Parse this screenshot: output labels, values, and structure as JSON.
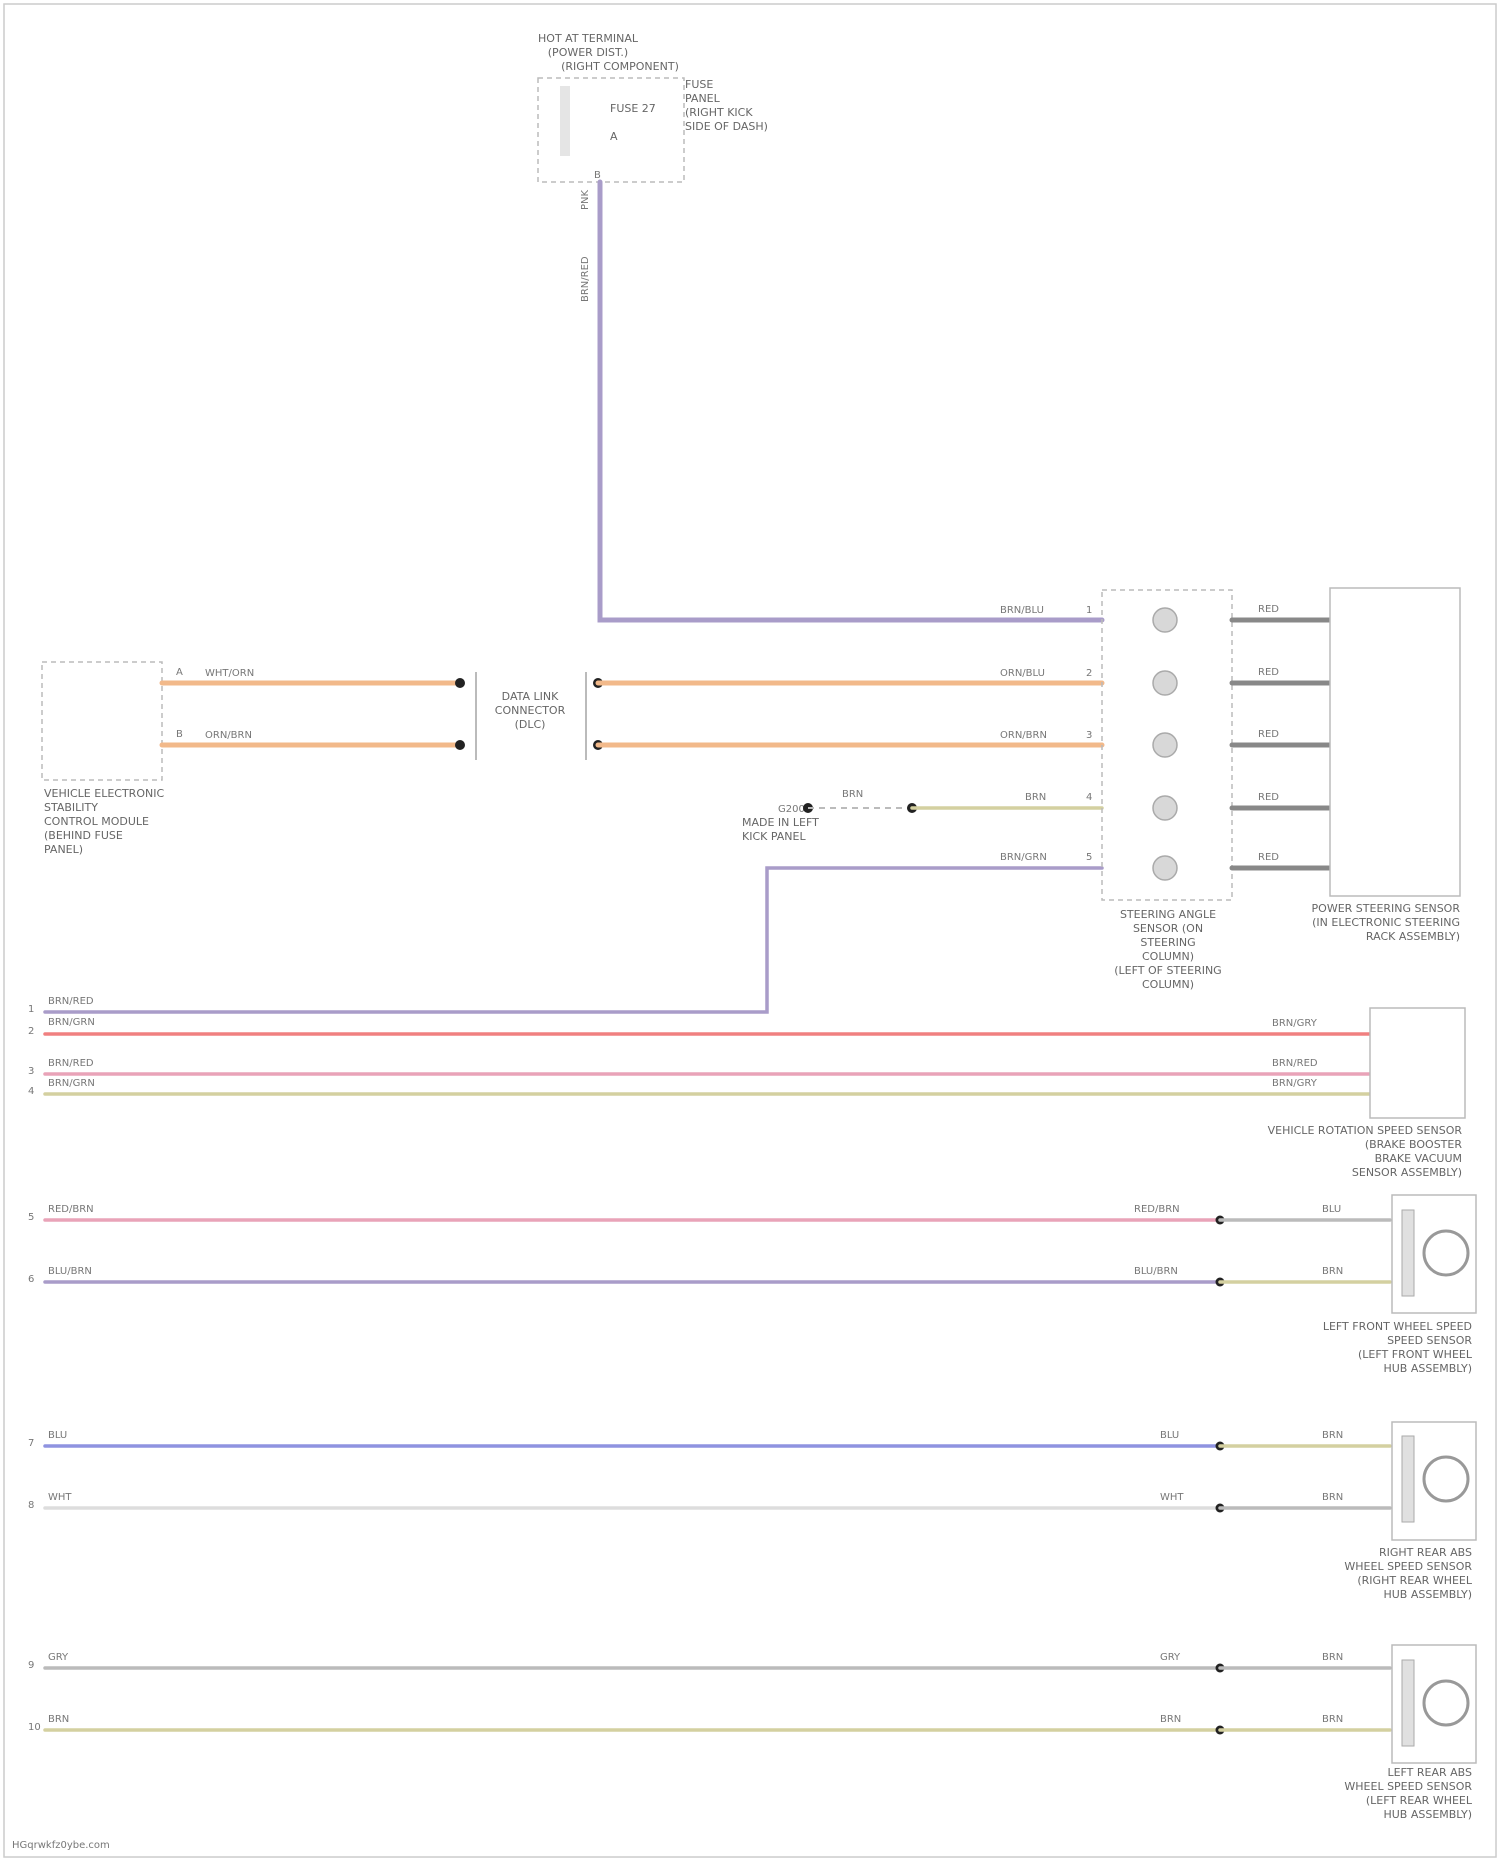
{
  "components": {
    "hot_terminal": {
      "title_lines": [
        "HOT AT TERMINAL",
        "(POWER DIST.)",
        "(RIGHT COMPONENT)"
      ],
      "fuse_lines": [
        "FUSE",
        "PANEL",
        "(RIGHT KICK",
        "SIDE OF DASH)"
      ],
      "pins": [
        "FUSE 27",
        "A"
      ],
      "wire_pin": "B"
    },
    "stability_module": {
      "lines": [
        "VEHICLE ELECTRONIC",
        "STABILITY",
        "CONTROL MODULE",
        "(BEHIND FUSE",
        "PANEL)"
      ],
      "pins": [
        "A",
        "B"
      ]
    },
    "data_connector": {
      "lines": [
        "DATA LINK",
        "CONNECTOR",
        "(DLC)"
      ]
    },
    "steering_sensor": {
      "lines": [
        "STEERING ANGLE",
        "SENSOR (ON",
        "STEERING",
        "COLUMN)",
        "(LEFT OF STEERING",
        "COLUMN)"
      ],
      "pins": [
        "1",
        "2",
        "3",
        "4",
        "5"
      ]
    },
    "power_steering": {
      "lines": [
        "POWER STEERING SENSOR",
        "(IN ELECTRONIC STEERING",
        "RACK ASSEMBLY)"
      ]
    },
    "yaw_sensor": {
      "lines": [
        "VEHICLE ROTATION SPEED SENSOR",
        "(BRAKE BOOSTER",
        "BRAKE VACUUM",
        "SENSOR ASSEMBLY)"
      ]
    },
    "wheel_sensor_1": {
      "lines": [
        "LEFT FRONT WHEEL SPEED",
        "SPEED SENSOR",
        "(LEFT FRONT WHEEL",
        "HUB ASSEMBLY)"
      ]
    },
    "wheel_sensor_2": {
      "lines": [
        "RIGHT REAR ABS",
        "WHEEL SPEED SENSOR",
        "(RIGHT REAR WHEEL",
        "HUB ASSEMBLY)"
      ]
    },
    "wheel_sensor_3": {
      "lines": [
        "LEFT REAR ABS",
        "WHEEL SPEED SENSOR",
        "(LEFT REAR WHEEL",
        "HUB ASSEMBLY)"
      ]
    },
    "ground": {
      "lines": [
        "MADE IN LEFT",
        "KICK PANEL"
      ],
      "node_label": "G200"
    }
  },
  "wire_labels": {
    "feed_vertical": [
      "PNK",
      "BRN/RED"
    ],
    "feed_horizontal": "BRN/BLU",
    "can_high_left": "WHT/ORN",
    "can_low_left": "ORN/BRN",
    "can_high_right": "ORN/BLU",
    "can_low_right": "ORN/BRN",
    "ground_left": "BRN",
    "ground_right": "BRN",
    "sensor5": "BRN/GRN",
    "ps_out": [
      "RED",
      "RED",
      "RED",
      "RED",
      "RED"
    ],
    "yaw_in": [
      "BRN/RED",
      "BRN/GRN",
      "BRN/RED",
      "BRN/GRN"
    ],
    "yaw_out": [
      "BRN/GRY",
      "BRN/RED",
      "BRN/GRY"
    ],
    "wheel1_left": [
      "RED/BRN",
      "BLU/BRN"
    ],
    "wheel1_right": [
      "RED/BRN",
      "BLU/BRN"
    ],
    "wheel1_out": [
      "BLU",
      "BRN"
    ],
    "wheel2_left": [
      "BLU",
      "WHT"
    ],
    "wheel2_right": [
      "BLU",
      "WHT"
    ],
    "wheel2_out": [
      "BRN",
      "BRN"
    ],
    "wheel3_left": [
      "GRY",
      "BRN"
    ],
    "wheel3_right": [
      "GRY",
      "BRN"
    ],
    "wheel3_out": [
      "BRN",
      "BRN"
    ],
    "row_pins": [
      "1",
      "2",
      "3",
      "4",
      "5",
      "6",
      "7",
      "8",
      "9",
      "10"
    ]
  },
  "footer": "HGqrwkfz0ybe.com",
  "colors": {
    "violet": "#a99cc9",
    "orange": "#f2b98a",
    "pink": "#e9a3b8",
    "red": "#f08080",
    "olive": "#d4d0a0",
    "gray": "#bbbbbb",
    "blue": "#8f93e0",
    "light_gray": "#dddddd"
  }
}
